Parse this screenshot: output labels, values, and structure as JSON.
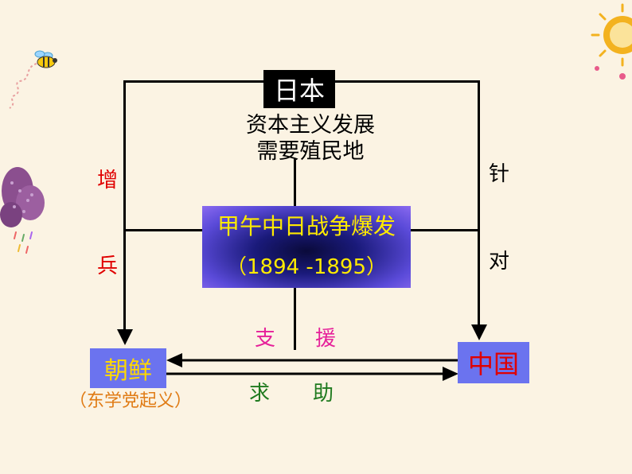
{
  "japan": "日本",
  "cause": [
    "资本主义发展",
    "需要殖民地"
  ],
  "war": {
    "title": "甲午中日战争爆发",
    "years": "（1894 -1895）"
  },
  "korea": {
    "label": "朝鲜",
    "sub": "（东学党起义）"
  },
  "china": "中国",
  "left_label": [
    "增",
    "兵"
  ],
  "right_label": [
    "针",
    "对"
  ],
  "support": [
    "支",
    "援"
  ],
  "request": [
    "求",
    "助"
  ],
  "colors": {
    "background": "#fbf3e3",
    "node_blue": "#6b73ef",
    "war_yellow": "#ffea00",
    "korea_text": "#ffd800",
    "red": "#e00000",
    "orange": "#e07b14",
    "magenta": "#e6209a",
    "green": "#1f7a1f"
  },
  "decorations": [
    "bee-icon",
    "sun-icon",
    "cloud-icon"
  ]
}
